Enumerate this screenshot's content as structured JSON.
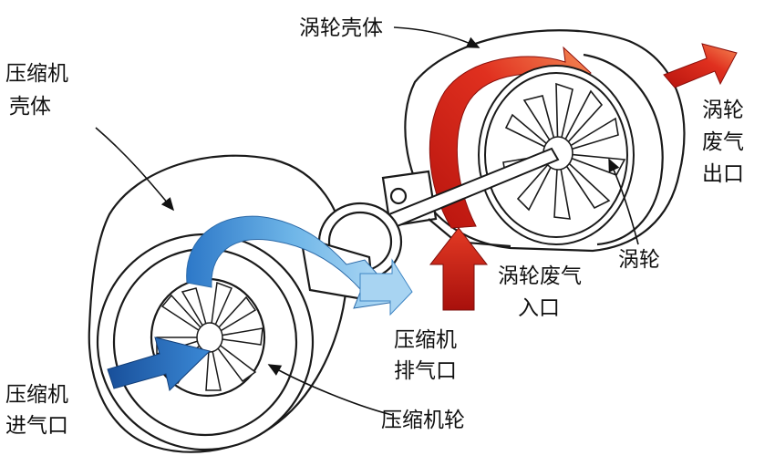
{
  "labels": {
    "turbine_housing": "涡轮壳体",
    "compressor_housing": [
      "压缩机",
      "壳体"
    ],
    "turbine_exhaust_outlet": [
      "涡轮",
      "废气",
      "出口"
    ],
    "turbine_wheel": "涡轮",
    "turbine_exhaust_inlet": [
      "涡轮废气",
      "入口"
    ],
    "compressor_outlet": [
      "压缩机",
      "排气口"
    ],
    "compressor_inlet": [
      "压缩机",
      "进气口"
    ],
    "compressor_wheel": "压缩机轮"
  },
  "colors": {
    "hot_flow": "#d9261c",
    "hot_flow_light": "#f07a4a",
    "cold_flow": "#1f6fc0",
    "cold_flow_light": "#8cc6ee",
    "outline": "#1a1a1a",
    "housing_fill": "#ffffff"
  }
}
